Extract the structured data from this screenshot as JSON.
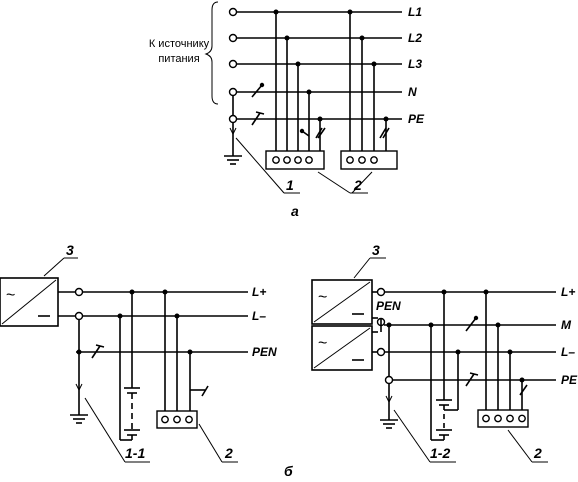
{
  "diagram_a": {
    "source_label_line1": "К источнику",
    "source_label_line2": "питания",
    "bus_labels": [
      "L1",
      "L2",
      "L3",
      "N",
      "PE"
    ],
    "callout_1": "1",
    "callout_2": "2",
    "caption": "а"
  },
  "diagram_b": {
    "left": {
      "converter_number": "3",
      "bus_labels": [
        "L+",
        "L–",
        "PEN"
      ],
      "callout_1": "1-1",
      "callout_2": "2"
    },
    "right": {
      "converter_number": "3",
      "pen_label": "PEN",
      "bus_labels": [
        "L+",
        "M",
        "L–",
        "PE"
      ],
      "callout_1": "1-2",
      "callout_2": "2"
    },
    "caption": "б"
  }
}
